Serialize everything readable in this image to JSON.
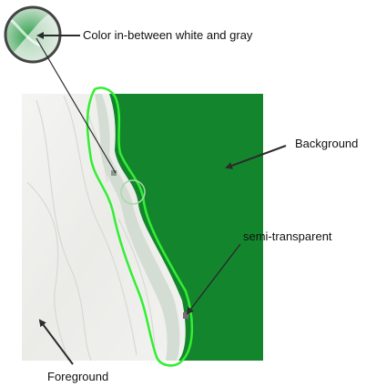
{
  "labels": {
    "color_between": "Color in-between white and gray",
    "background": "Background",
    "semi_transparent": "semi-transparent",
    "foreground": "Foreground"
  },
  "colors": {
    "background_green": "#13862d",
    "foreground_white": "#eeeeec",
    "outline_green": "#33ee33",
    "arrow": "#2b2b2b"
  }
}
